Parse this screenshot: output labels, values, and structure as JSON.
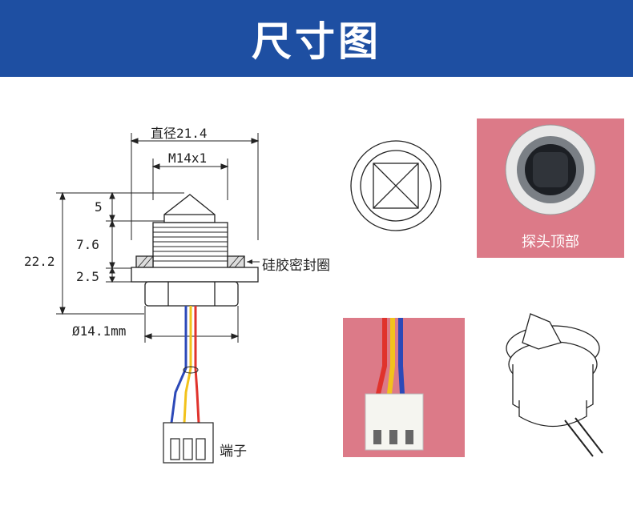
{
  "header": {
    "title": "尺寸图"
  },
  "dimensions": {
    "diameter": "直径21.4",
    "thread": "M14x1",
    "height_top": "5",
    "height_mid": "7.6",
    "height_bottom": "2.5",
    "total_height": "22.2",
    "base_diameter": "Ø14.1mm"
  },
  "labels": {
    "seal": "硅胶密封圈",
    "terminal": "端子",
    "probe_top": "探头顶部"
  },
  "colors": {
    "banner": "#1e4fa2",
    "photo_bg": "#dc7a88",
    "wire_red": "#e0332c",
    "wire_yellow": "#f2c21b",
    "wire_blue": "#2c49b8"
  }
}
